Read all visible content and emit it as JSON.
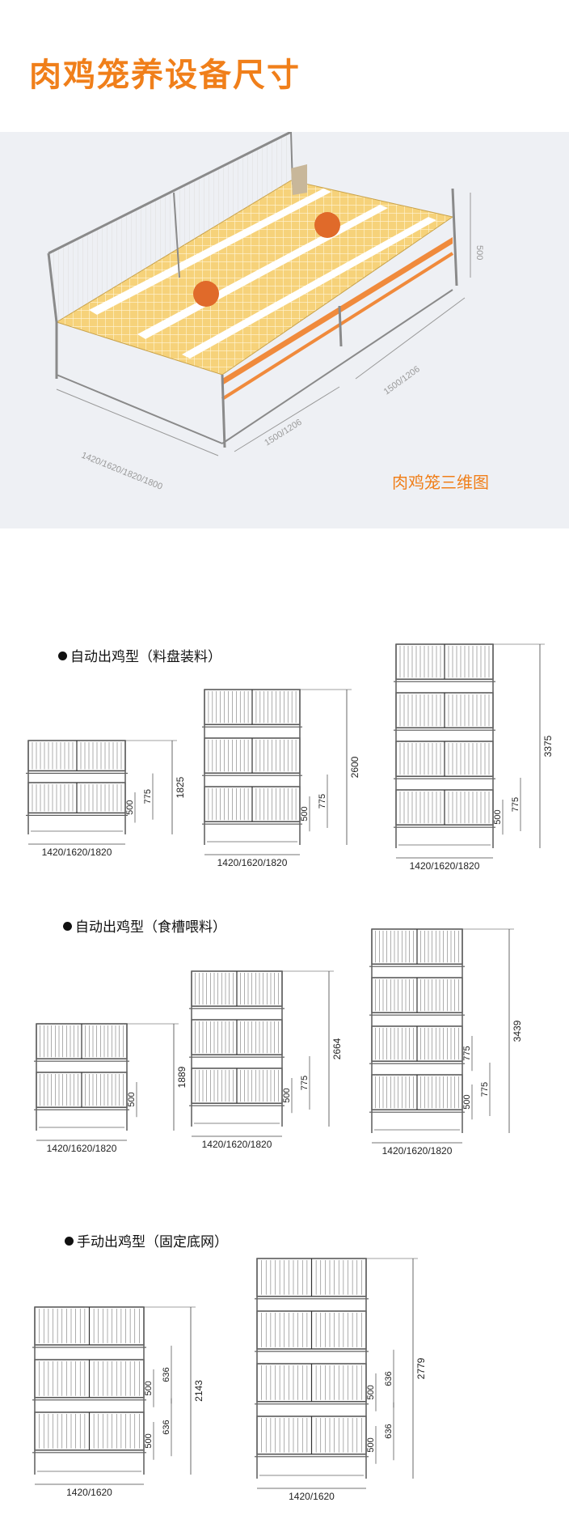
{
  "page": {
    "title": "肉鸡笼养设备尺寸"
  },
  "hero": {
    "caption": "肉鸡笼三维图",
    "dim_length": "1420/1620/1820/1800",
    "dim_width_front": "1500/1206",
    "dim_width_back": "1500/1206",
    "dim_height": "500"
  },
  "sections": [
    {
      "label": "自动出鸡型（料盘装料）",
      "diagrams": [
        {
          "tiers": 2,
          "width": "1420/1620/1820",
          "total": "1825",
          "dims": [
            "500",
            "775"
          ]
        },
        {
          "tiers": 3,
          "width": "1420/1620/1820",
          "total": "2600",
          "dims": [
            "500",
            "775"
          ]
        },
        {
          "tiers": 4,
          "width": "1420/1620/1820",
          "total": "3375",
          "dims": [
            "500",
            "775"
          ]
        }
      ]
    },
    {
      "label": "自动出鸡型（食槽喂料）",
      "diagrams": [
        {
          "tiers": 2,
          "width": "1420/1620/1820",
          "total": "1889",
          "dims": [
            "500"
          ]
        },
        {
          "tiers": 3,
          "width": "1420/1620/1820",
          "total": "2664",
          "dims": [
            "500",
            "775"
          ]
        },
        {
          "tiers": 4,
          "width": "1420/1620/1820",
          "total": "3439",
          "dims": [
            "500",
            "775",
            "775"
          ]
        }
      ]
    },
    {
      "label": "手动出鸡型（固定底网）",
      "diagrams": [
        {
          "tiers": 3,
          "width": "1420/1620",
          "total": "2143",
          "dims": [
            "500",
            "636",
            "500",
            "636"
          ]
        },
        {
          "tiers": 4,
          "width": "1420/1620",
          "total": "2779",
          "dims": [
            "500",
            "636",
            "500",
            "636"
          ]
        }
      ]
    }
  ],
  "colors": {
    "accent": "#f07f1a",
    "frame": "#7a7a7a",
    "mesh": "#555555",
    "tray": "#f3c65a"
  }
}
